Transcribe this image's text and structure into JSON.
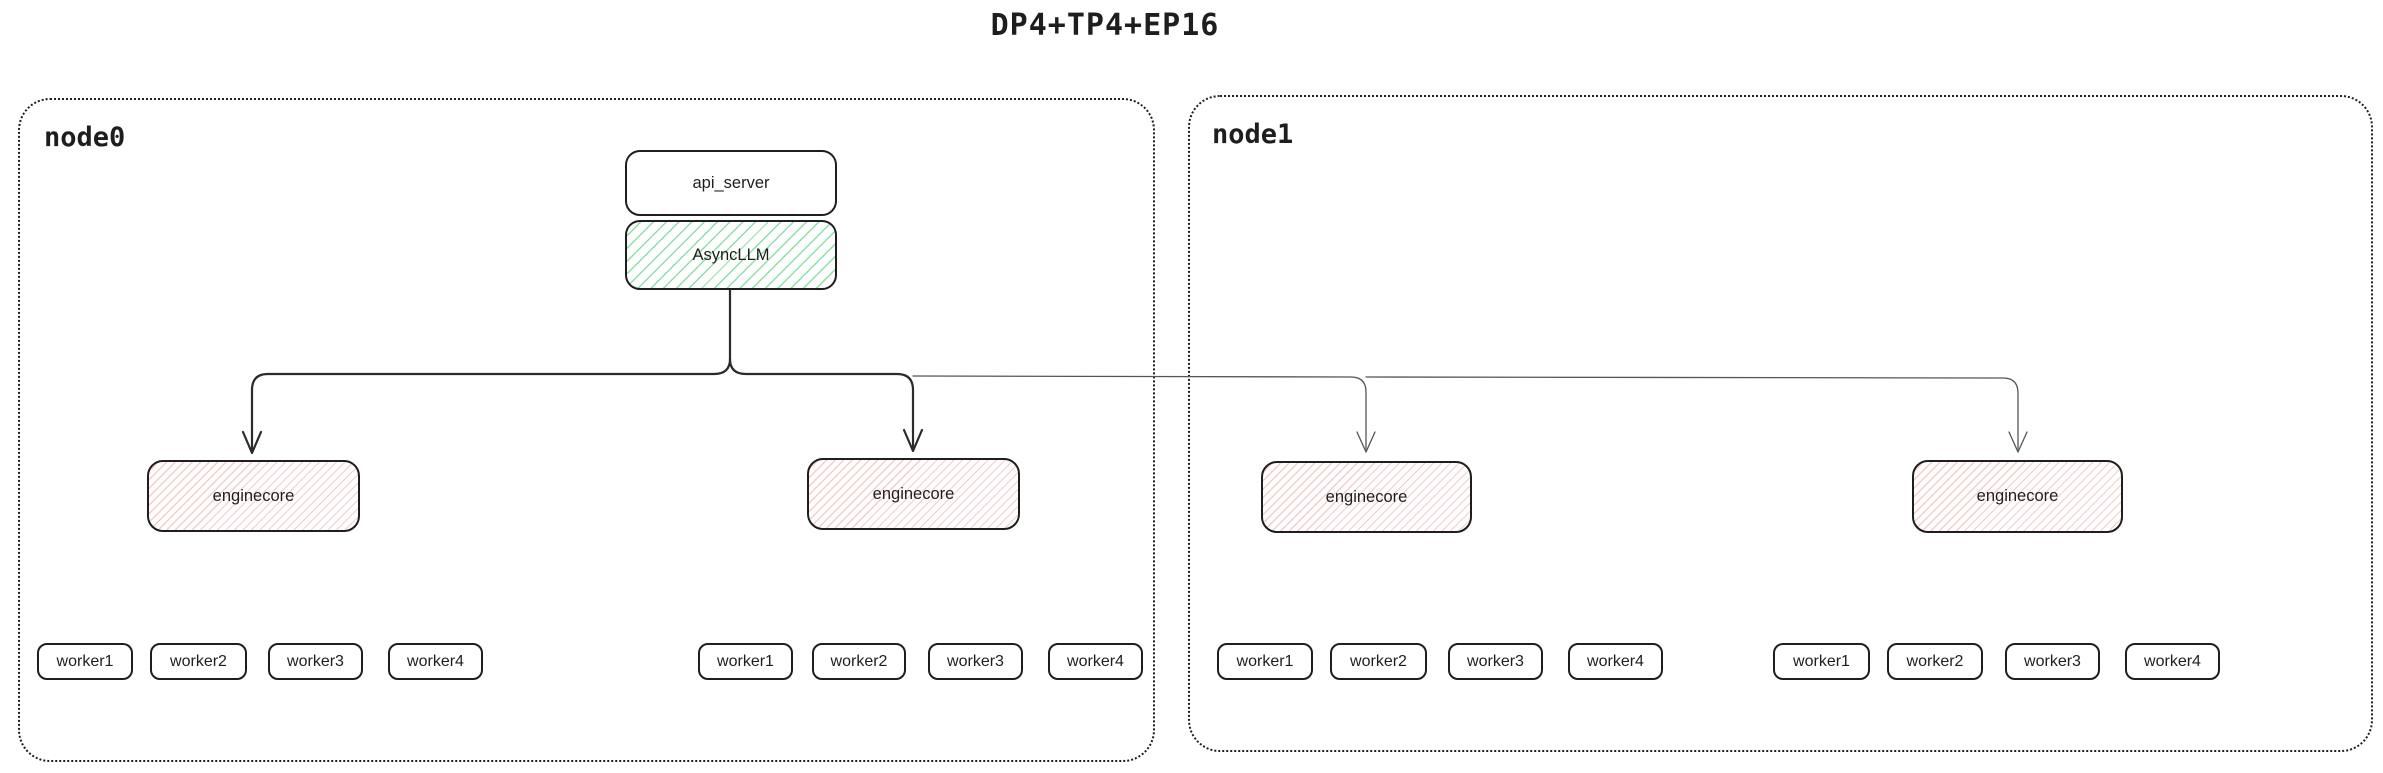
{
  "title": "DP4+TP4+EP16",
  "colors": {
    "line_dark": "#2b2b2b",
    "line_light": "#555555",
    "green_hatch": "#78da92",
    "red_hatch": "#f0a09e",
    "border": "#1e1e1e"
  },
  "api_server": {
    "label": "api_server"
  },
  "async_llm": {
    "label": "AsyncLLM"
  },
  "nodes": [
    {
      "label": "node0",
      "groups": [
        {
          "enginecore": "enginecore",
          "workers": [
            "worker1",
            "worker2",
            "worker3",
            "worker4"
          ]
        },
        {
          "enginecore": "enginecore",
          "workers": [
            "worker1",
            "worker2",
            "worker3",
            "worker4"
          ]
        }
      ]
    },
    {
      "label": "node1",
      "groups": [
        {
          "enginecore": "enginecore",
          "workers": [
            "worker1",
            "worker2",
            "worker3",
            "worker4"
          ]
        },
        {
          "enginecore": "enginecore",
          "workers": [
            "worker1",
            "worker2",
            "worker3",
            "worker4"
          ]
        }
      ]
    }
  ]
}
